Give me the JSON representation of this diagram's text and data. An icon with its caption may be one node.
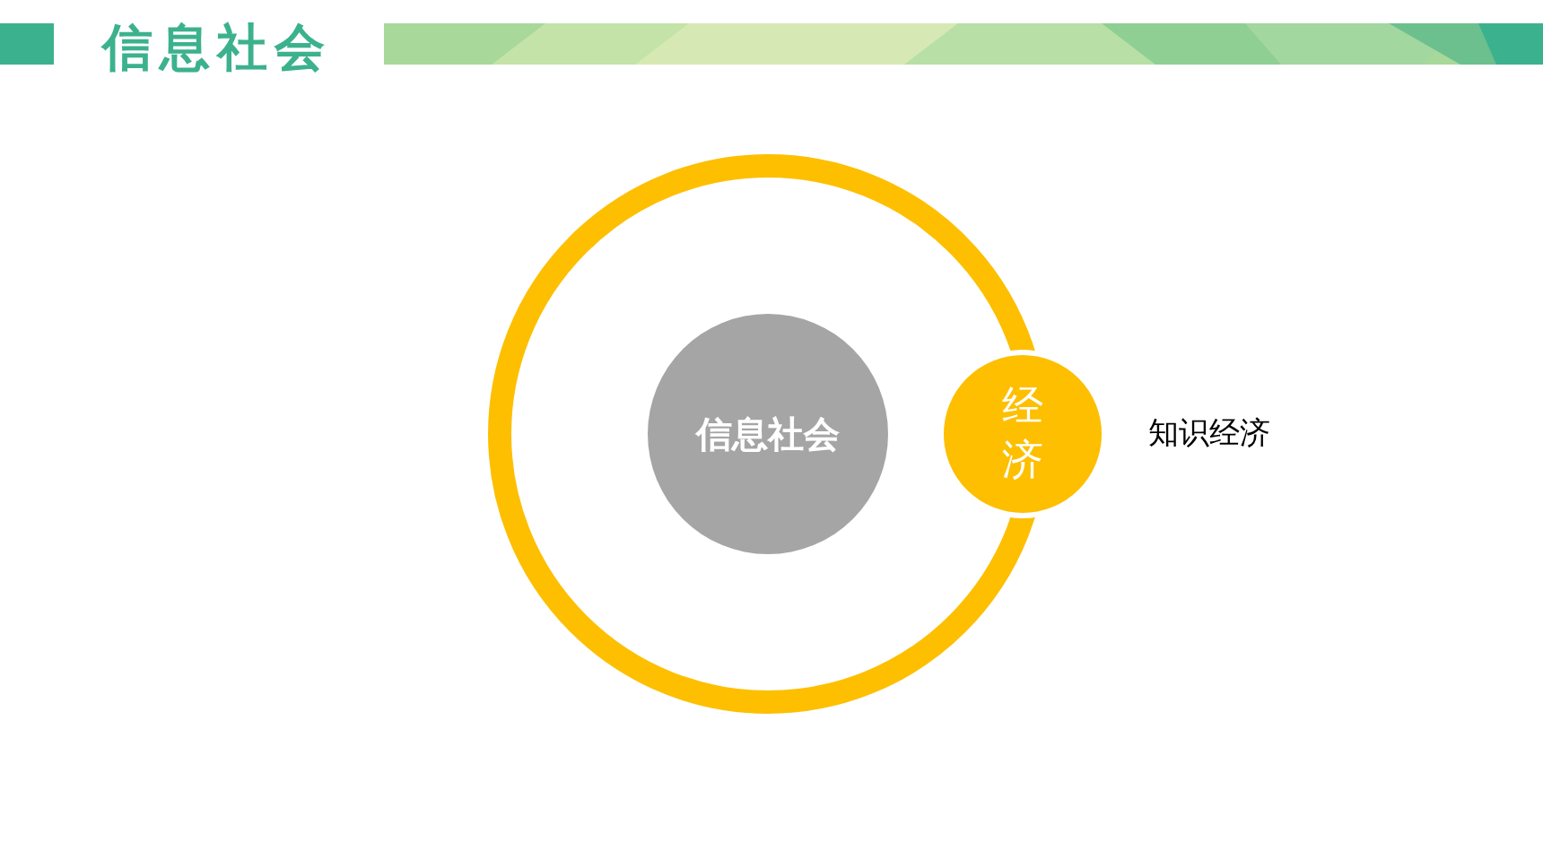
{
  "diagram": {
    "title": "信息社会",
    "nodes": [
      {
        "text": [],
        "shape": "circle"
      },
      {
        "text": [
          "信息社会"
        ],
        "in": 0
      },
      {
        "text": [
          "经济"
        ],
        "beside": [
          "知识经济"
        ]
      }
    ]
  }
}
